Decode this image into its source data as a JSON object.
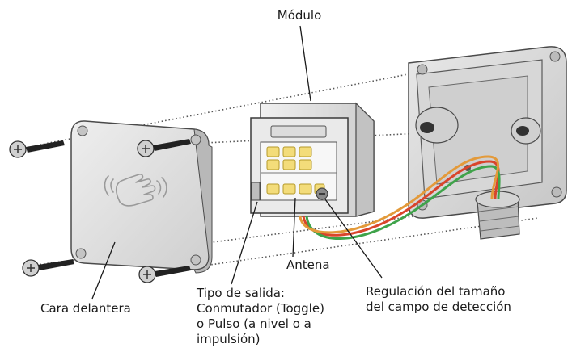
{
  "labels": {
    "modulo": "Módulo",
    "cara_delantera": "Cara delantera",
    "antena": "Antena",
    "tipo_salida": [
      "Tipo de salida:",
      "Conmutador (Toggle)",
      "o Pulso (a nivel o a",
      "impulsión)"
    ],
    "regulacion": [
      "Regulación del tamaño",
      "del campo de detección"
    ]
  },
  "icons": {
    "front_cover": "hand-wave-icon"
  },
  "colors": {
    "wire_red": "#d9452b",
    "wire_green": "#3fa34a",
    "wire_orange": "#e39a3a",
    "housing": "#dcdcdc",
    "outline": "#4a4a4a",
    "pad": "#f3dc7a"
  }
}
